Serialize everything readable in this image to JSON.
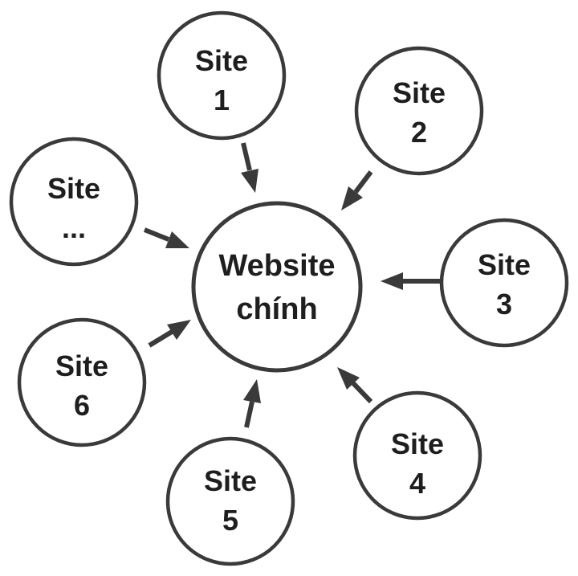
{
  "center": {
    "line1": "Website",
    "line2": "chính"
  },
  "sites": [
    {
      "line1": "Site",
      "line2": "1"
    },
    {
      "line1": "Site",
      "line2": "2"
    },
    {
      "line1": "Site",
      "line2": "3"
    },
    {
      "line1": "Site",
      "line2": "4"
    },
    {
      "line1": "Site",
      "line2": "5"
    },
    {
      "line1": "Site",
      "line2": "6"
    },
    {
      "line1": "Site",
      "line2": "..."
    }
  ],
  "colors": {
    "stroke": "#3a3a3a",
    "text": "#1e1e1e",
    "background": "#ffffff"
  }
}
